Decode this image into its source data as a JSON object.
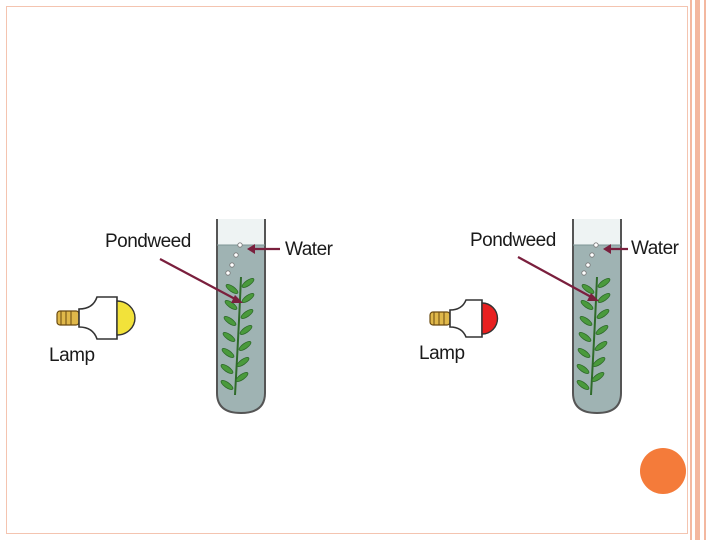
{
  "diagrams": [
    {
      "labels": {
        "plant": "Pondweed",
        "liquid": "Water",
        "light": "Lamp"
      },
      "bulb_color": "#f2e23a"
    },
    {
      "labels": {
        "plant": "Pondweed",
        "liquid": "Water",
        "light": "Lamp"
      },
      "bulb_color": "#e82020"
    }
  ],
  "colors": {
    "accent_dot": "#f47b3a",
    "frame": "#f4c4b0",
    "water": "#9fb3b3",
    "arrow": "#7a1f3d",
    "leaf": "#4a9a3c"
  }
}
